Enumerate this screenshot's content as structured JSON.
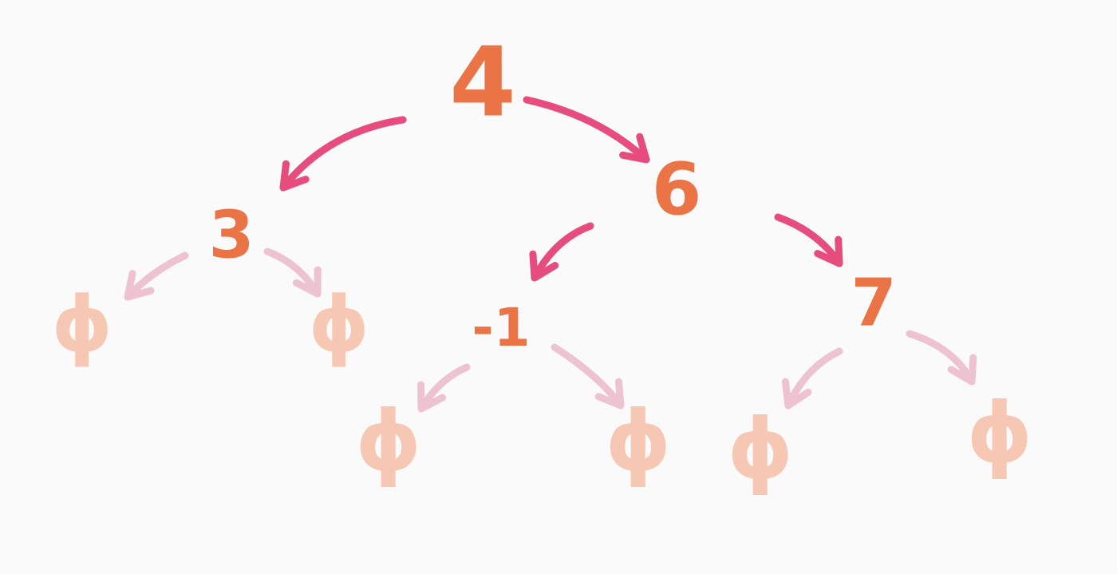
{
  "diagram": {
    "colors": {
      "background": "#fbfafa",
      "node": "#ea7445",
      "null_node": "#f6c8b3",
      "edge": "#e64c7e",
      "null_edge": "#edc3d2"
    },
    "nodes": [
      {
        "id": "n4",
        "label": "4"
      },
      {
        "id": "n3",
        "label": "3"
      },
      {
        "id": "n6",
        "label": "6"
      },
      {
        "id": "n-1",
        "label": "-1"
      },
      {
        "id": "n7",
        "label": "7"
      },
      {
        "id": "null-3-left",
        "label": "ϕ",
        "null": true
      },
      {
        "id": "null-3-right",
        "label": "ϕ",
        "null": true
      },
      {
        "id": "null-m1-left",
        "label": "ϕ",
        "null": true
      },
      {
        "id": "null-m1-right",
        "label": "ϕ",
        "null": true
      },
      {
        "id": "null-7-left",
        "label": "ϕ",
        "null": true
      },
      {
        "id": "null-7-right",
        "label": "ϕ",
        "null": true
      }
    ],
    "edges": [
      {
        "from": "n4",
        "to": "n3"
      },
      {
        "from": "n4",
        "to": "n6"
      },
      {
        "from": "n6",
        "to": "n-1"
      },
      {
        "from": "n6",
        "to": "n7"
      },
      {
        "from": "n3",
        "to": "null-3-left",
        "null": true
      },
      {
        "from": "n3",
        "to": "null-3-right",
        "null": true
      },
      {
        "from": "n-1",
        "to": "null-m1-left",
        "null": true
      },
      {
        "from": "n-1",
        "to": "null-m1-right",
        "null": true
      },
      {
        "from": "n7",
        "to": "null-7-left",
        "null": true
      },
      {
        "from": "n7",
        "to": "null-7-right",
        "null": true
      }
    ]
  }
}
